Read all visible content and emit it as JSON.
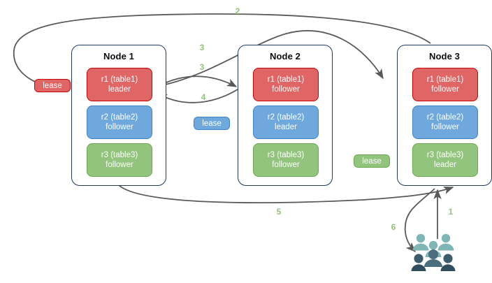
{
  "diagram": {
    "title": "Raft leaseholder / lease transfer diagram",
    "colors": {
      "red_fill": "#e06666",
      "red_border": "#cc0000",
      "blue_fill": "#6fa8dc",
      "blue_border": "#3d85c6",
      "green_fill": "#93c47d",
      "green_border": "#6aa84f",
      "node_border": "#1f3864",
      "arrow": "#595959",
      "step_label": "#93c47d",
      "client_light": "#7fb5b5",
      "client_dark": "#31505f"
    },
    "nodes": [
      {
        "title": "Node 1",
        "replicas": [
          {
            "name": "r1 (table1)",
            "role": "leader",
            "color": "red"
          },
          {
            "name": "r2 (table2)",
            "role": "follower",
            "color": "blue"
          },
          {
            "name": "r3 (table3)",
            "role": "follower",
            "color": "green"
          }
        ]
      },
      {
        "title": "Node 2",
        "replicas": [
          {
            "name": "r1 (table1)",
            "role": "follower",
            "color": "red"
          },
          {
            "name": "r2 (table2)",
            "role": "leader",
            "color": "blue"
          },
          {
            "name": "r3 (table3)",
            "role": "follower",
            "color": "green"
          }
        ]
      },
      {
        "title": "Node 3",
        "replicas": [
          {
            "name": "r1 (table1)",
            "role": "follower",
            "color": "red"
          },
          {
            "name": "r2 (table2)",
            "role": "follower",
            "color": "blue"
          },
          {
            "name": "r3 (table3)",
            "role": "leader",
            "color": "green"
          }
        ]
      }
    ],
    "leases": [
      {
        "label": "lease",
        "color": "red"
      },
      {
        "label": "lease",
        "color": "blue"
      },
      {
        "label": "lease",
        "color": "green"
      }
    ],
    "steps": [
      {
        "label": "1"
      },
      {
        "label": "2"
      },
      {
        "label": "3"
      },
      {
        "label": "3"
      },
      {
        "label": "4"
      },
      {
        "label": "5"
      },
      {
        "label": "6"
      }
    ],
    "client_icon": "group-of-people-icon"
  }
}
